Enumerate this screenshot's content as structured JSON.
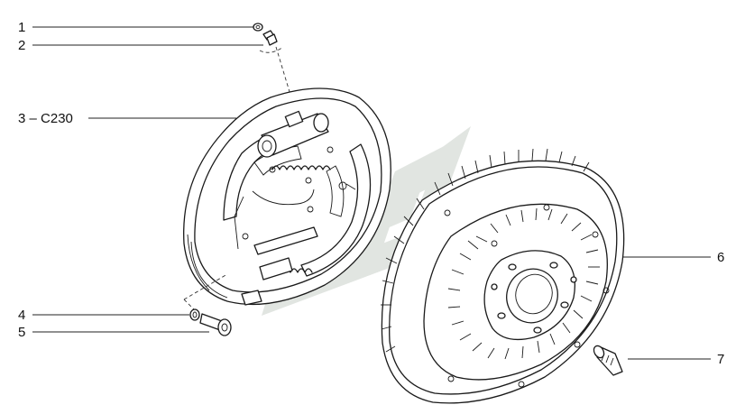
{
  "callouts": [
    {
      "id": "1",
      "label": "1"
    },
    {
      "id": "2",
      "label": "2"
    },
    {
      "id": "3",
      "label": "3 – C230"
    },
    {
      "id": "4",
      "label": "4"
    },
    {
      "id": "5",
      "label": "5"
    },
    {
      "id": "6",
      "label": "6"
    },
    {
      "id": "7",
      "label": "7"
    }
  ],
  "colors": {
    "line": "#1a1a1a",
    "watermark": "#dfe3df"
  },
  "watermark": "light-grey-stripes-logo"
}
